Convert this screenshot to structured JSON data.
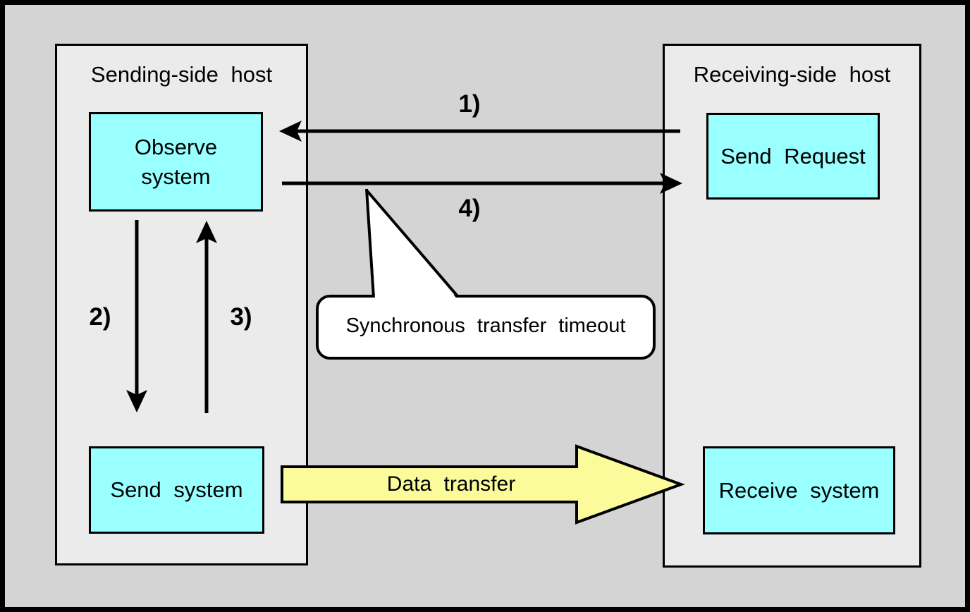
{
  "hosts": {
    "sending": {
      "title": "Sending-side host"
    },
    "receiving": {
      "title": "Receiving-side host"
    }
  },
  "nodes": {
    "observe_system": {
      "label": "Observe\nsystem"
    },
    "send_system": {
      "label": "Send system"
    },
    "send_request": {
      "label": "Send Request"
    },
    "receive_system": {
      "label": "Receive system"
    }
  },
  "steps": {
    "s1": "1)",
    "s2": "2)",
    "s3": "3)",
    "s4": "4)"
  },
  "callout": {
    "text": "Synchronous transfer timeout"
  },
  "big_arrow": {
    "label": "Data transfer"
  },
  "colors": {
    "outer_background": "#D4D4D4",
    "host_background": "#EBEBEB",
    "node_fill": "#99FFFF",
    "big_arrow_fill": "#FBFB9B",
    "callout_fill": "#FFFFFF",
    "line": "#000000"
  }
}
